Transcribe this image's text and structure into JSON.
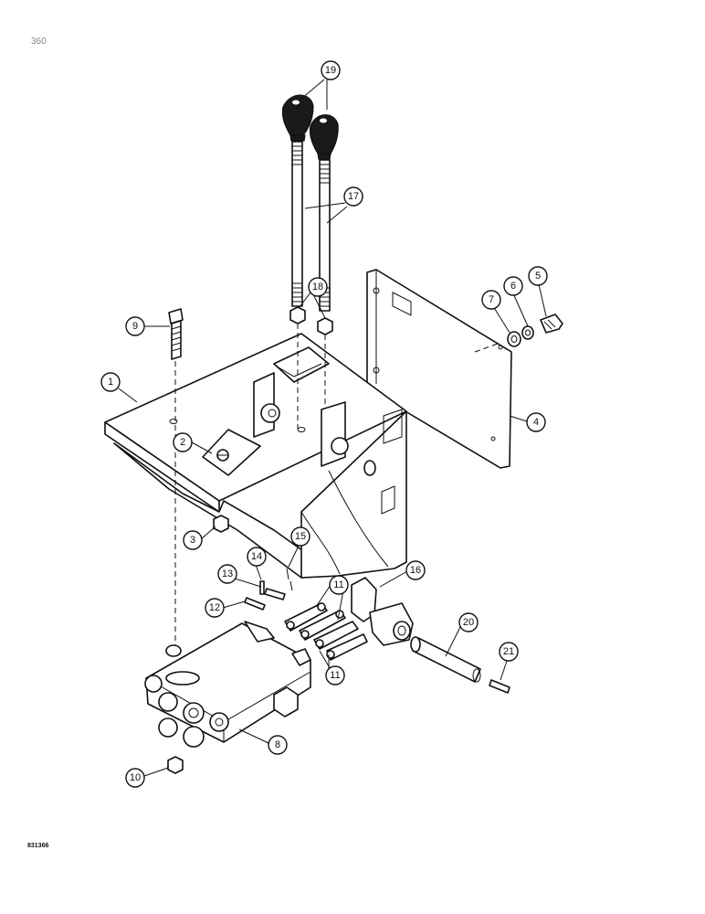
{
  "page_code": "360",
  "figure_code": "831366",
  "callouts": [
    "1",
    "2",
    "3",
    "4",
    "5",
    "6",
    "7",
    "8",
    "9",
    "10",
    "11",
    "11",
    "12",
    "13",
    "14",
    "15",
    "16",
    "17",
    "18",
    "19",
    "20",
    "21"
  ]
}
